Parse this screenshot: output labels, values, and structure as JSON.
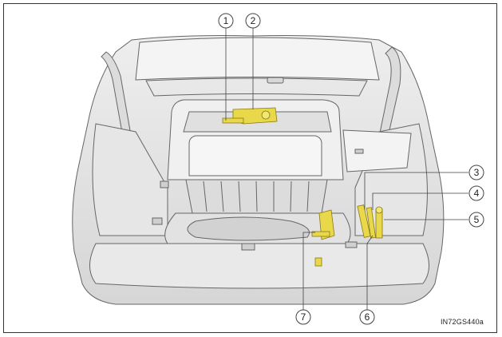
{
  "figure": {
    "code": "IN72GS440a",
    "callouts": [
      "1",
      "2",
      "3",
      "4",
      "5",
      "6",
      "7"
    ]
  },
  "colors": {
    "outline": "#555555",
    "body_fill": "#e4e4e4",
    "light_fill": "#f2f2f2",
    "dark_fill": "#cfcfcf",
    "highlight": "#e8d84a",
    "leader": "#444444"
  }
}
